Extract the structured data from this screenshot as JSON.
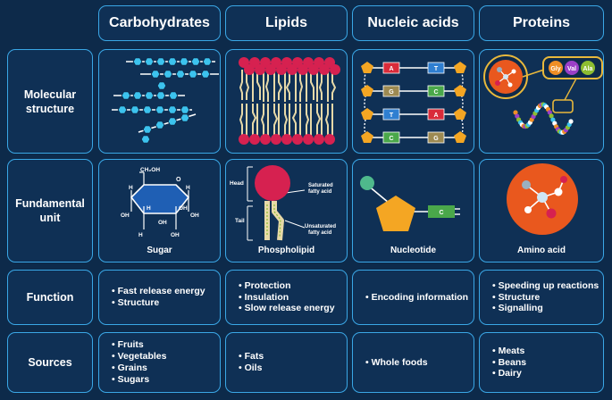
{
  "columns": [
    "Carbohydrates",
    "Lipids",
    "Nucleic acids",
    "Proteins"
  ],
  "rows": {
    "structure": "Molecular structure",
    "unit": "Fundamental unit",
    "function": "Function",
    "sources": "Sources"
  },
  "units": {
    "carb": "Sugar",
    "lipid": "Phospholipid",
    "nucleic": "Nucleotide",
    "protein": "Amino acid"
  },
  "lipid_labels": {
    "head": "Head",
    "tail": "Tail",
    "saturated_1": "Saturated",
    "saturated_2": "fatty acid",
    "unsaturated_1": "Unsaturated",
    "unsaturated_2": "fatty acid"
  },
  "sugar_labels": {
    "ch2oh": "CH₂OH",
    "o": "O",
    "h": "H",
    "oh": "OH"
  },
  "dna_bases": [
    "A",
    "T",
    "G",
    "C",
    "T",
    "A",
    "C",
    "G"
  ],
  "nucleotide_base": "C",
  "protein_labels": [
    "Gly",
    "Val",
    "Ala"
  ],
  "function": {
    "carb": [
      "Fast release energy",
      "Structure"
    ],
    "lipid": [
      "Protection",
      "Insulation",
      "Slow release energy"
    ],
    "nucleic": [
      "Encoding information"
    ],
    "protein": [
      "Speeding up reactions",
      "Structure",
      "Signalling"
    ]
  },
  "sources": {
    "carb": [
      "Fruits",
      "Vegetables",
      "Grains",
      "Sugars"
    ],
    "lipid": [
      "Fats",
      "Oils"
    ],
    "nucleic": [
      "Whole foods"
    ],
    "protein": [
      "Meats",
      "Beans",
      "Dairy"
    ]
  },
  "colors": {
    "background": "#0d2a4a",
    "border": "#3aa7e6",
    "hexagon": "#3cc3ee",
    "lipid_head": "#d62150",
    "lipid_tail": "#e7d9a8",
    "pentagon": "#f4a623",
    "amino_ball": "#e9581e",
    "gly": "#ef8e25",
    "val": "#9b3fc7",
    "ala": "#8dbd31",
    "base_a": "#d92b3a",
    "base_t": "#2f7fd1",
    "base_g": "#9d8a52",
    "base_c": "#4aa84a"
  }
}
